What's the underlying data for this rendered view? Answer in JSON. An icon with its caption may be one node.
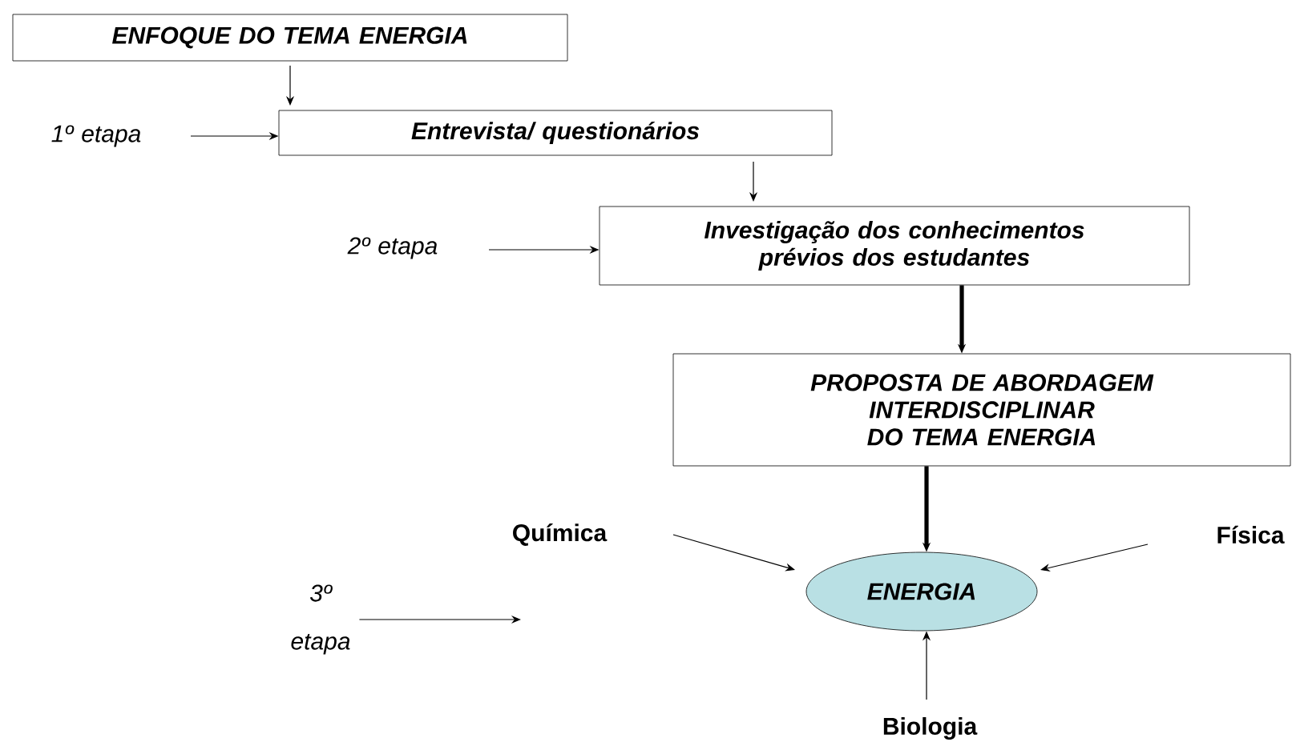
{
  "diagram": {
    "nodes": [
      {
        "text": [
          "ENFOQUE DO TEMA ENERGIA"
        ]
      },
      {
        "text": [
          "1º etapa"
        ]
      },
      {
        "text": [
          "Entrevista/ questionários"
        ]
      },
      {
        "text": [
          "2º etapa"
        ]
      },
      {
        "text": [
          "Investigação dos conhecimentos prévios dos estudantes"
        ]
      },
      {
        "text": [
          "PROPOSTA DE ABORDAGEM INTERDISCIPLINAR  DO TEMA ENERGIA"
        ]
      },
      {
        "text": [
          "Química"
        ]
      },
      {
        "text": [
          "Física"
        ]
      },
      {
        "text": [
          "3º etapa"
        ]
      },
      {
        "text": [
          "ENERGIA"
        ]
      },
      {
        "text": [
          "Biologia"
        ]
      }
    ],
    "edges": [
      {
        "from": 0,
        "to": 2,
        "arrow": "to"
      },
      {
        "from": 1,
        "to": 2,
        "arrow": "to"
      },
      {
        "from": 2,
        "to": 4,
        "arrow": "to"
      },
      {
        "from": 3,
        "to": 4,
        "arrow": "to"
      },
      {
        "from": 4,
        "to": 5,
        "arrow": "to",
        "style": "thick"
      },
      {
        "from": 5,
        "to": 9,
        "arrow": "to",
        "style": "thick"
      },
      {
        "from": 6,
        "to": 9,
        "arrow": "to"
      },
      {
        "from": 7,
        "to": 9,
        "arrow": "to"
      },
      {
        "from": 8,
        "to": null,
        "arrow": "to"
      },
      {
        "from": 10,
        "to": 9,
        "arrow": "to"
      }
    ]
  }
}
